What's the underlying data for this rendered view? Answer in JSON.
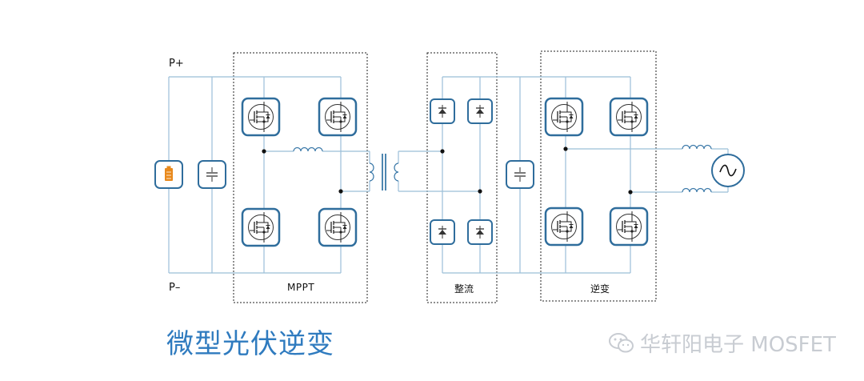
{
  "labels": {
    "p_plus": "P+",
    "p_minus": "P–",
    "mppt": "MPPT",
    "rectifier": "整流",
    "inverter": "逆变"
  },
  "caption": "微型光伏逆变",
  "watermark": "华轩阳电子 MOSFET",
  "colors": {
    "wire": "#9bbfd8",
    "component_border": "#2f6d9c",
    "caption": "#2f7bbf",
    "watermark": "#c8ccd2",
    "battery": "#e8891c"
  }
}
